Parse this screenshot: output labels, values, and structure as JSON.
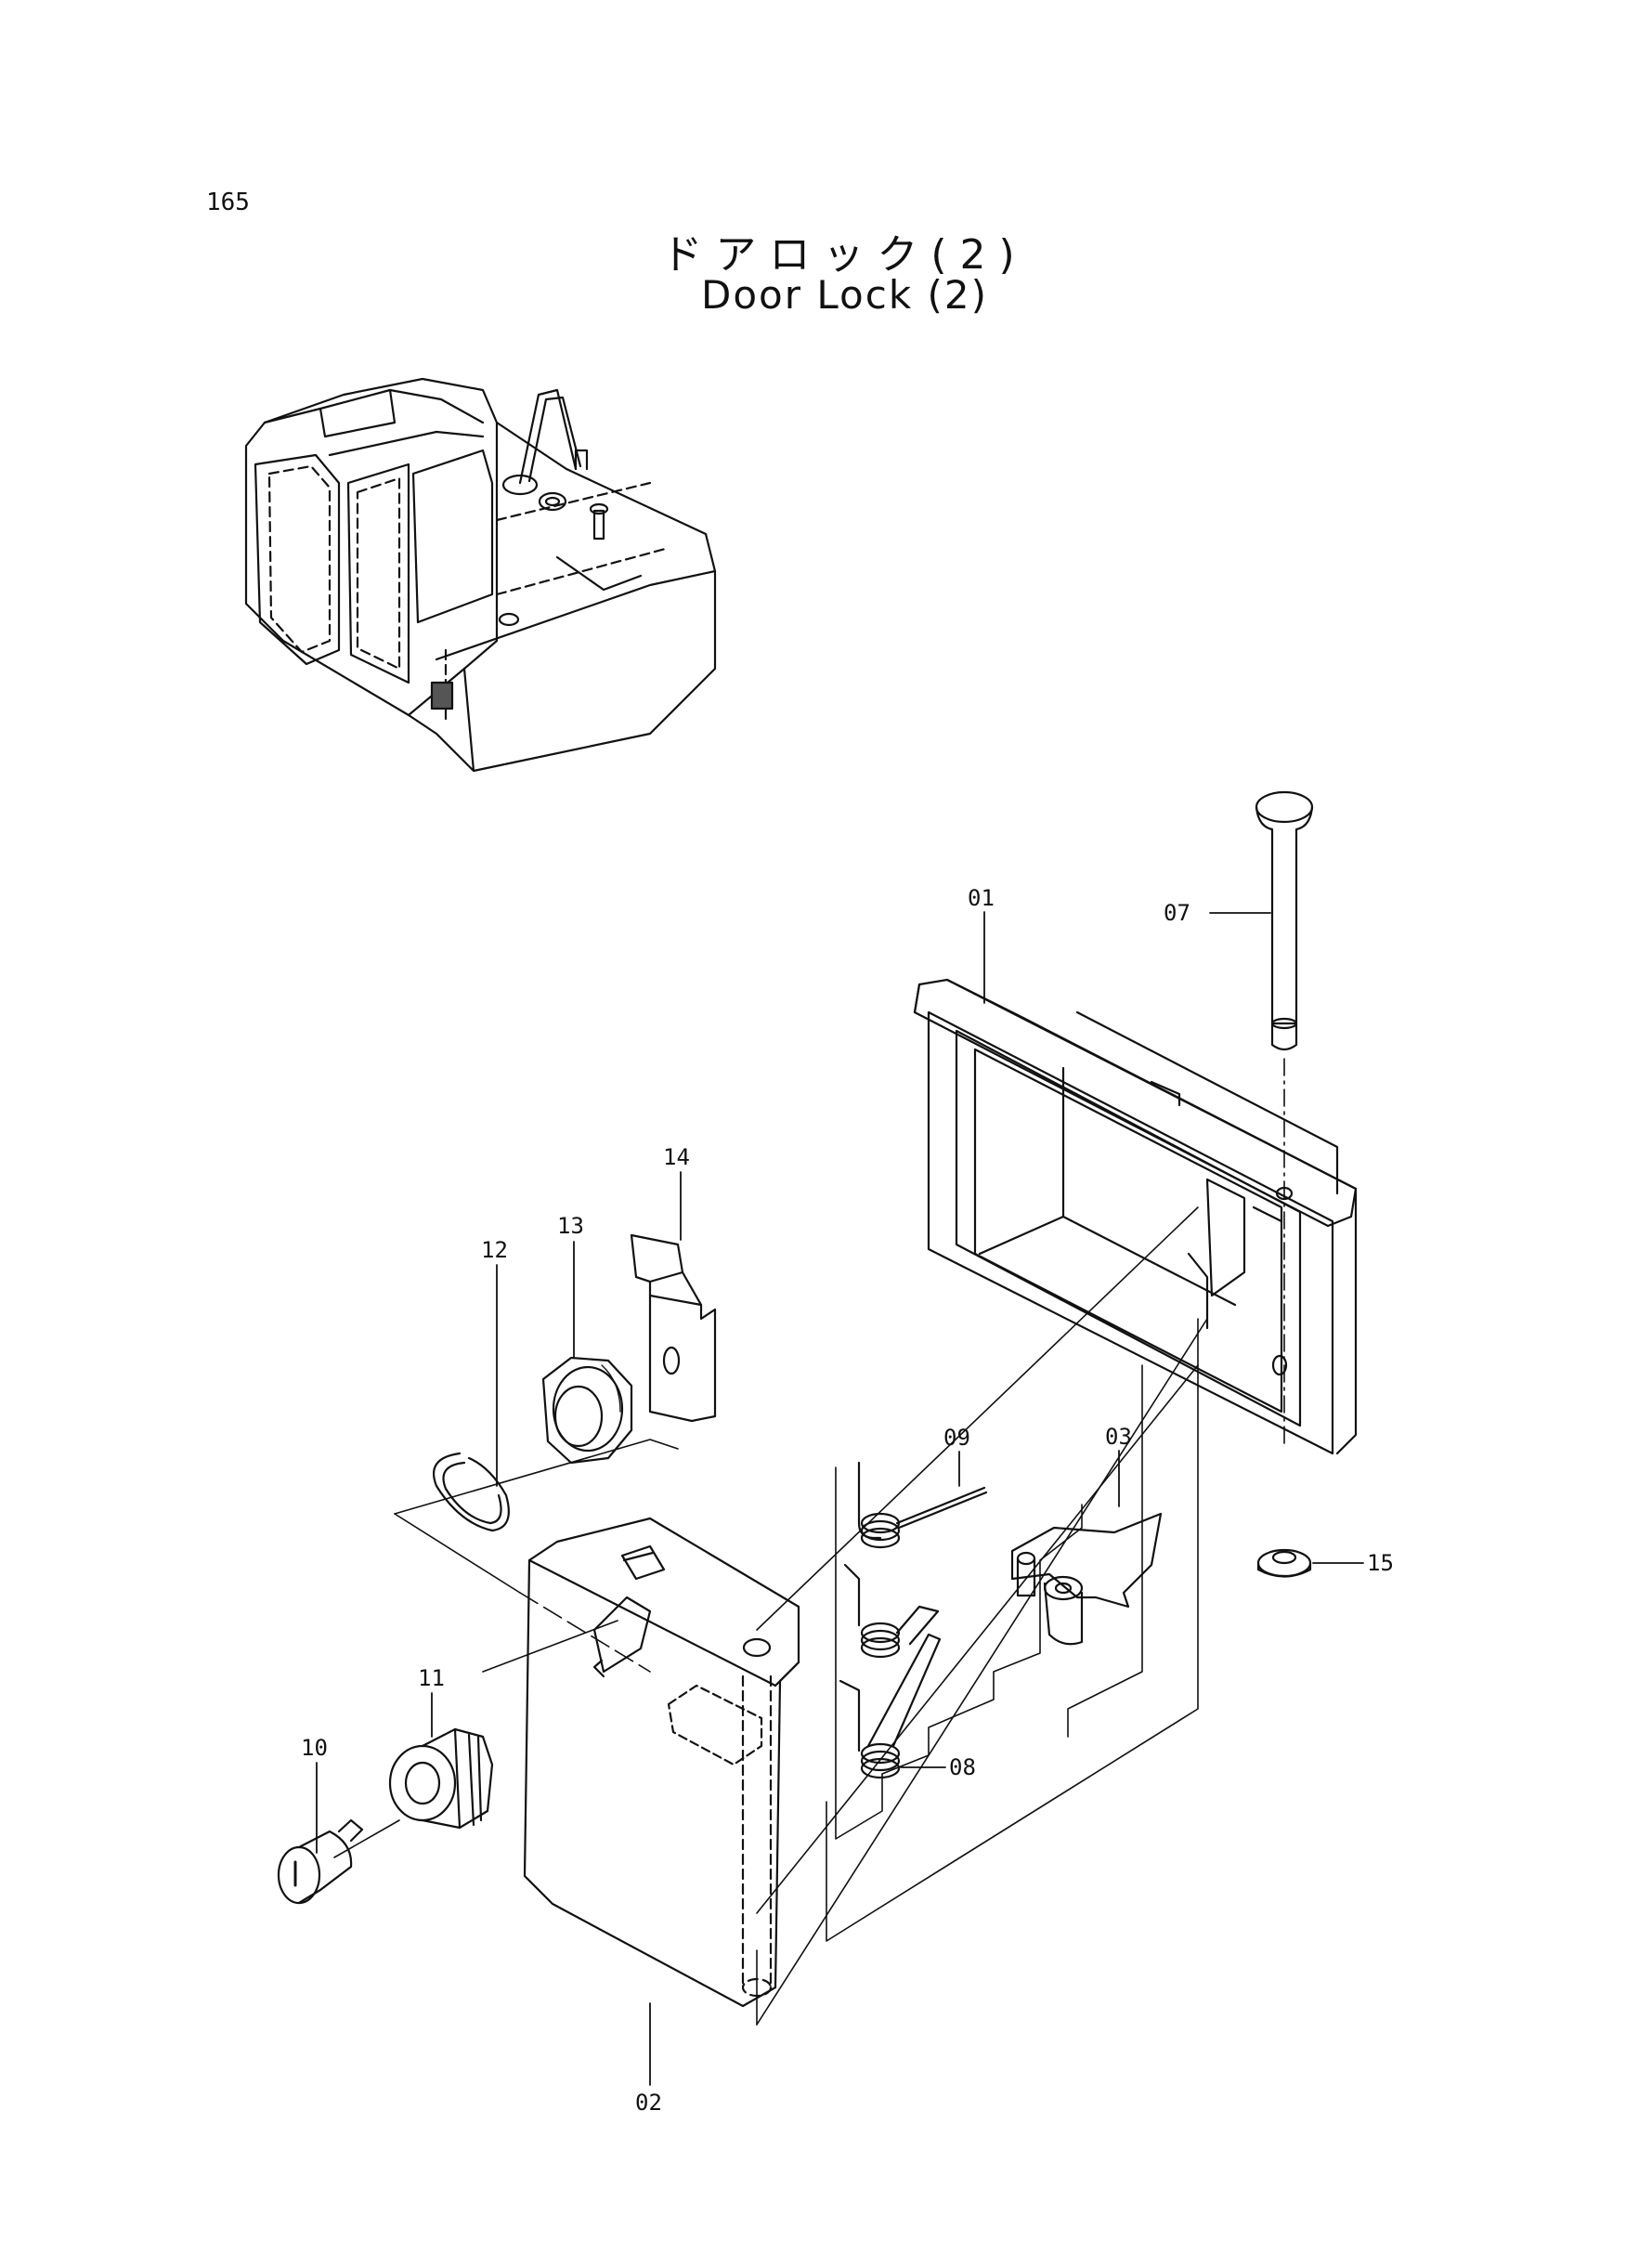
{
  "page": {
    "number": "165",
    "title_jp": "ドアロック(2)",
    "title_en": "Door Lock (2)"
  },
  "callouts": {
    "p01": "01",
    "p02": "02",
    "p03": "03",
    "p07": "07",
    "p08": "08",
    "p09": "09",
    "p10": "10",
    "p11": "11",
    "p12": "12",
    "p13": "13",
    "p14": "14",
    "p15": "15"
  }
}
